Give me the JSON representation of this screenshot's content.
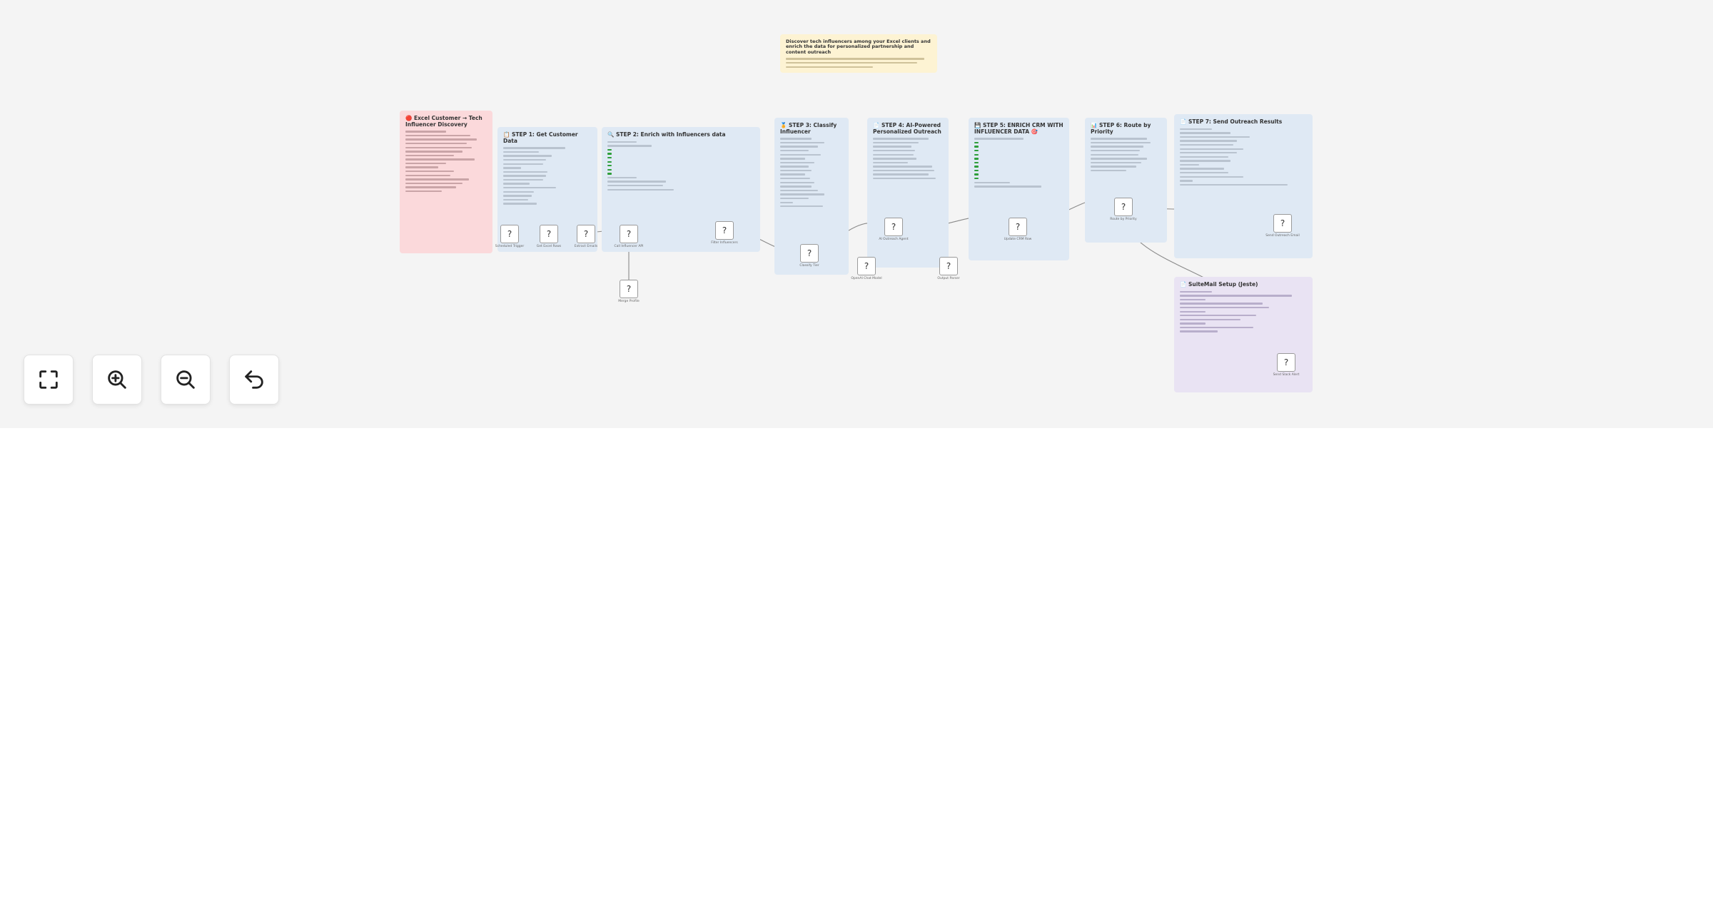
{
  "canvas": {
    "background": "#f4f4f4",
    "header_note": {
      "title": "Discover tech influencers among your Excel clients and enrich the data for personalized partnership and content outreach"
    },
    "sticky_notes": [
      {
        "id": "overview",
        "title": "🔴 Excel Customer → Tech Influencer Discovery",
        "color": "red"
      },
      {
        "id": "step1",
        "title": "📋 STEP 1: Get Customer Data",
        "color": "blue"
      },
      {
        "id": "step2",
        "title": "🔍 STEP 2: Enrich with Influencers data",
        "color": "blue"
      },
      {
        "id": "step3",
        "title": "🏅 STEP 3: Classify Influencer",
        "color": "blue"
      },
      {
        "id": "step4",
        "title": "📄 STEP 4: AI-Powered Personalized Outreach",
        "color": "blue"
      },
      {
        "id": "step5",
        "title": "💾 STEP 5: ENRICH CRM WITH INFLUENCER DATA 🎯",
        "color": "blue"
      },
      {
        "id": "step6",
        "title": "📊 STEP 6: Route by Priority",
        "color": "blue"
      },
      {
        "id": "step7",
        "title": "📄 STEP 7: Send Outreach Results",
        "color": "blue"
      },
      {
        "id": "setup",
        "title": "📄 SuiteMail Setup (Jeste)",
        "color": "violet"
      }
    ],
    "nodes": [
      {
        "id": "n1",
        "icon": "?",
        "label": "Scheduled Trigger"
      },
      {
        "id": "n2",
        "icon": "?",
        "label": "Get Excel Rows"
      },
      {
        "id": "n3",
        "icon": "?",
        "label": "Extract Emails"
      },
      {
        "id": "n4",
        "icon": "?",
        "label": "Call Influencer API"
      },
      {
        "id": "n5",
        "icon": "?",
        "label": "Merge Profile"
      },
      {
        "id": "n6",
        "icon": "?",
        "label": "Filter Influencers"
      },
      {
        "id": "n7",
        "icon": "?",
        "label": "Classify Tier"
      },
      {
        "id": "n8",
        "icon": "?",
        "label": "AI Outreach Agent"
      },
      {
        "id": "n9",
        "icon": "?",
        "label": "OpenAI Chat Model"
      },
      {
        "id": "n10",
        "icon": "?",
        "label": "Output Parser"
      },
      {
        "id": "n11",
        "icon": "?",
        "label": "Update CRM Row"
      },
      {
        "id": "n12",
        "icon": "?",
        "label": "Route by Priority"
      },
      {
        "id": "n13",
        "icon": "?",
        "label": "Send Outreach Email"
      },
      {
        "id": "n14",
        "icon": "?",
        "label": "Send Slack Alert"
      }
    ]
  },
  "controls": [
    {
      "id": "fit",
      "name": "fit-view-button",
      "icon": "fullscreen-icon"
    },
    {
      "id": "zoom_in",
      "name": "zoom-in-button",
      "icon": "zoom-in-icon"
    },
    {
      "id": "zoom_out",
      "name": "zoom-out-button",
      "icon": "zoom-out-icon"
    },
    {
      "id": "undo",
      "name": "undo-button",
      "icon": "undo-icon"
    }
  ]
}
